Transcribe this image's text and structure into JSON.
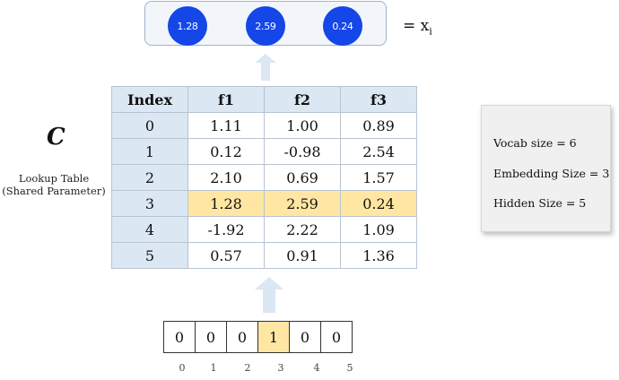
{
  "vector": {
    "values": [
      "1.28",
      "2.59",
      "0.24"
    ],
    "label": "= x",
    "label_sub": "i",
    "circle_color": "#1546e8"
  },
  "embedding": {
    "symbol": "C",
    "caption_line1": "Lookup Table",
    "caption_line2": "(Shared Parameter)"
  },
  "table": {
    "headers": [
      "Index",
      "f1",
      "f2",
      "f3"
    ],
    "rows": [
      {
        "index": "0",
        "values": [
          "1.11",
          "1.00",
          "0.89"
        ]
      },
      {
        "index": "1",
        "values": [
          "0.12",
          "-0.98",
          "2.54"
        ]
      },
      {
        "index": "2",
        "values": [
          "2.10",
          "0.69",
          "1.57"
        ]
      },
      {
        "index": "3",
        "values": [
          "1.28",
          "2.59",
          "0.24"
        ],
        "highlighted": true
      },
      {
        "index": "4",
        "values": [
          "-1.92",
          "2.22",
          "1.09"
        ]
      },
      {
        "index": "5",
        "values": [
          "0.57",
          "0.91",
          "1.36"
        ]
      }
    ],
    "header_color": "#dbe7f3",
    "highlight_color": "#ffe7a3"
  },
  "info": {
    "vocab": "Vocab size = 6",
    "embedding": "Embedding Size = 3",
    "hidden": "Hidden Size = 5"
  },
  "onehot": {
    "cells": [
      "0",
      "0",
      "0",
      "1",
      "0",
      "0"
    ],
    "indices": [
      "0",
      "1",
      "2",
      "3",
      "4",
      "5"
    ],
    "active_index": 3
  },
  "icons": {
    "arrow": "up-arrow-icon"
  }
}
